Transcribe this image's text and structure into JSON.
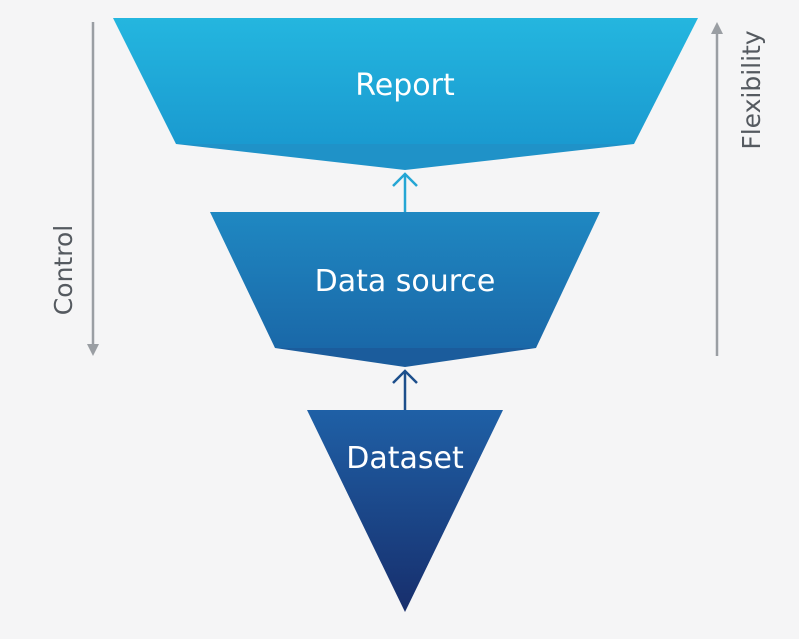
{
  "layers": [
    {
      "label": "Report",
      "color_top": "#24b6df",
      "color_bottom": "#1a9ad0"
    },
    {
      "label": "Data source",
      "color_top": "#1f88c2",
      "color_bottom": "#1a68a8"
    },
    {
      "label": "Dataset",
      "color_top": "#1f60a6",
      "color_bottom": "#172e6c"
    }
  ],
  "axes": {
    "left": {
      "label": "Control",
      "direction": "down"
    },
    "right": {
      "label": "Flexibility",
      "direction": "up"
    }
  },
  "colors": {
    "arrow_side": "#9a9ea3",
    "arrow_upper": "#25a6d4",
    "arrow_lower": "#1d4f8c"
  }
}
